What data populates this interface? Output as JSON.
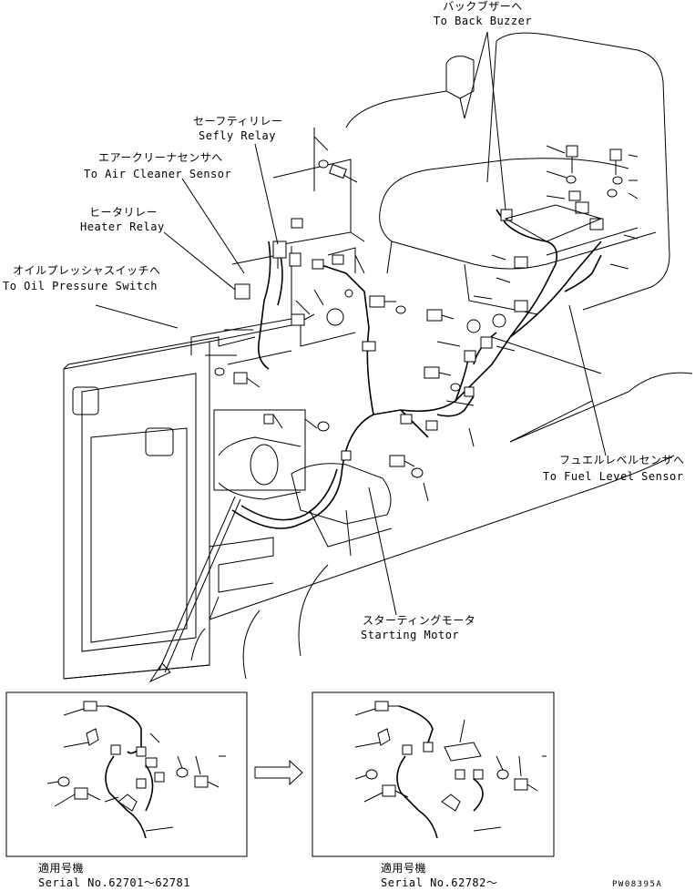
{
  "labels": {
    "back_buzzer_jp": "バックブザーへ",
    "back_buzzer_en": "To Back Buzzer",
    "safety_relay_jp": "セーフティリレー",
    "safety_relay_en": "Sefly Relay",
    "air_cleaner_jp": "エアークリーナセンサへ",
    "air_cleaner_en": "To Air Cleaner Sensor",
    "heater_relay_jp": "ヒータリレー",
    "heater_relay_en": "Heater Relay",
    "oil_pressure_jp": "オイルプレッシャスイッチへ",
    "oil_pressure_en": "To Oil Pressure Switch",
    "fuel_level_jp": "フュエルレベルセンサへ",
    "fuel_level_en": "To Fuel Level Sensor",
    "starting_motor_jp": "スターティングモータ",
    "starting_motor_en": "Starting Motor"
  },
  "detail_left": {
    "applicable_jp": "適用号機",
    "serial": "Serial No.62701〜62781"
  },
  "detail_right": {
    "applicable_jp": "適用号機",
    "serial": "Serial No.62782〜"
  },
  "drawing_code": "PW08395A",
  "icons": [
    "arrow-right-icon",
    "arrow-down-left-icon"
  ]
}
